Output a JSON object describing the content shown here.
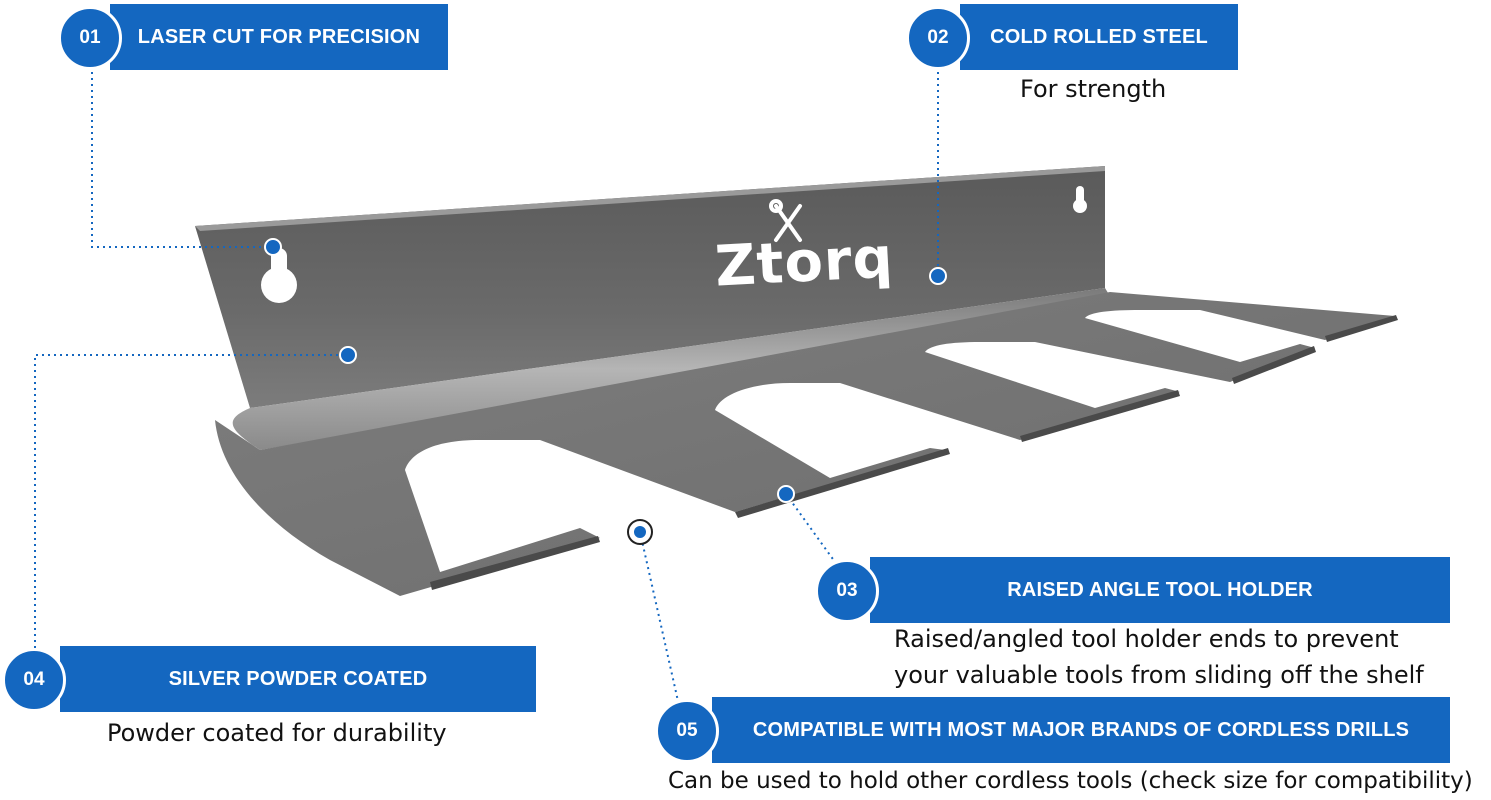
{
  "brand": {
    "logo_text": "Ztorq",
    "logo_icon": "crossed-tools-icon"
  },
  "colors": {
    "accent": "#1467c0",
    "steel": "#6e6e6e",
    "text": "#111111"
  },
  "features": [
    {
      "number": "01",
      "title": "LASER CUT FOR PRECISION",
      "caption": ""
    },
    {
      "number": "02",
      "title": "COLD ROLLED STEEL",
      "caption": "For strength"
    },
    {
      "number": "03",
      "title": "RAISED ANGLE TOOL HOLDER",
      "caption_line1": "Raised/angled tool holder ends to prevent",
      "caption_line2": "your valuable tools from sliding off the shelf"
    },
    {
      "number": "04",
      "title": "SILVER POWDER COATED",
      "caption": "Powder coated for durability"
    },
    {
      "number": "05",
      "title": "COMPATIBLE WITH MOST MAJOR BRANDS OF CORDLESS DRILLS",
      "caption": "Can be used to hold other cordless tools (check size for compatibility)"
    }
  ]
}
